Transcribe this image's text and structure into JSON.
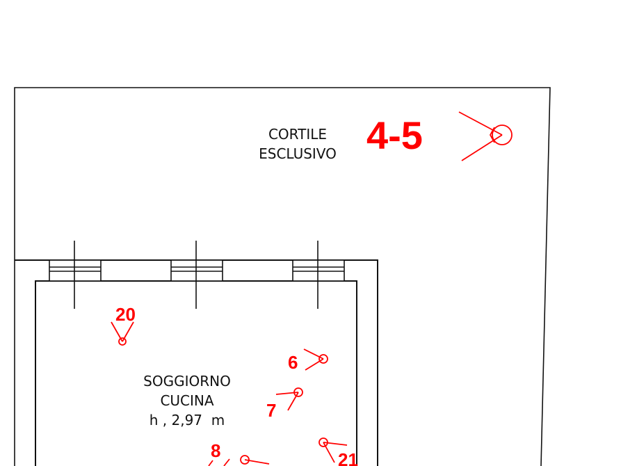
{
  "plan": {
    "colors": {
      "walls": "#111111",
      "view_markers": "#ff0000",
      "background": "#ffffff"
    },
    "courtyard": {
      "label_line1": "CORTILE",
      "label_line2": "ESCLUSIVO"
    },
    "living_room": {
      "label_line1": "SOGGIORNO",
      "label_line2": "CUCINA",
      "height_text": "h , 2,97  m"
    },
    "photo_viewpoints": [
      {
        "id": "4-5",
        "label": "4-5"
      },
      {
        "id": "20",
        "label": "20"
      },
      {
        "id": "6",
        "label": "6"
      },
      {
        "id": "7",
        "label": "7"
      },
      {
        "id": "8",
        "label": "8"
      },
      {
        "id": "21",
        "label": "21"
      }
    ]
  }
}
